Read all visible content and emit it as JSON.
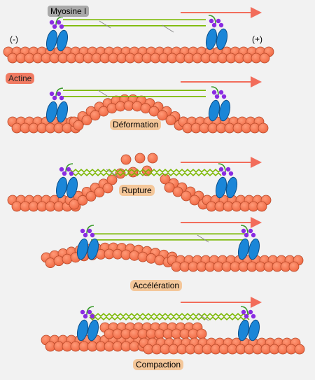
{
  "labels": {
    "myosin": "Myosine I",
    "minus": "(-)",
    "plus": "(+)",
    "actin": "Actine",
    "stages": [
      "Déformation",
      "Rupture",
      "Accélération",
      "Compaction"
    ]
  },
  "colors": {
    "actin": "#f06a45",
    "actin_edge": "#b84a2a",
    "myosin_head": "#1a86d8",
    "myosin_light_chain": "#8a2be2",
    "tail": "#7ab800",
    "arrow": "#f26d5b",
    "background": "#f2f2f2"
  }
}
